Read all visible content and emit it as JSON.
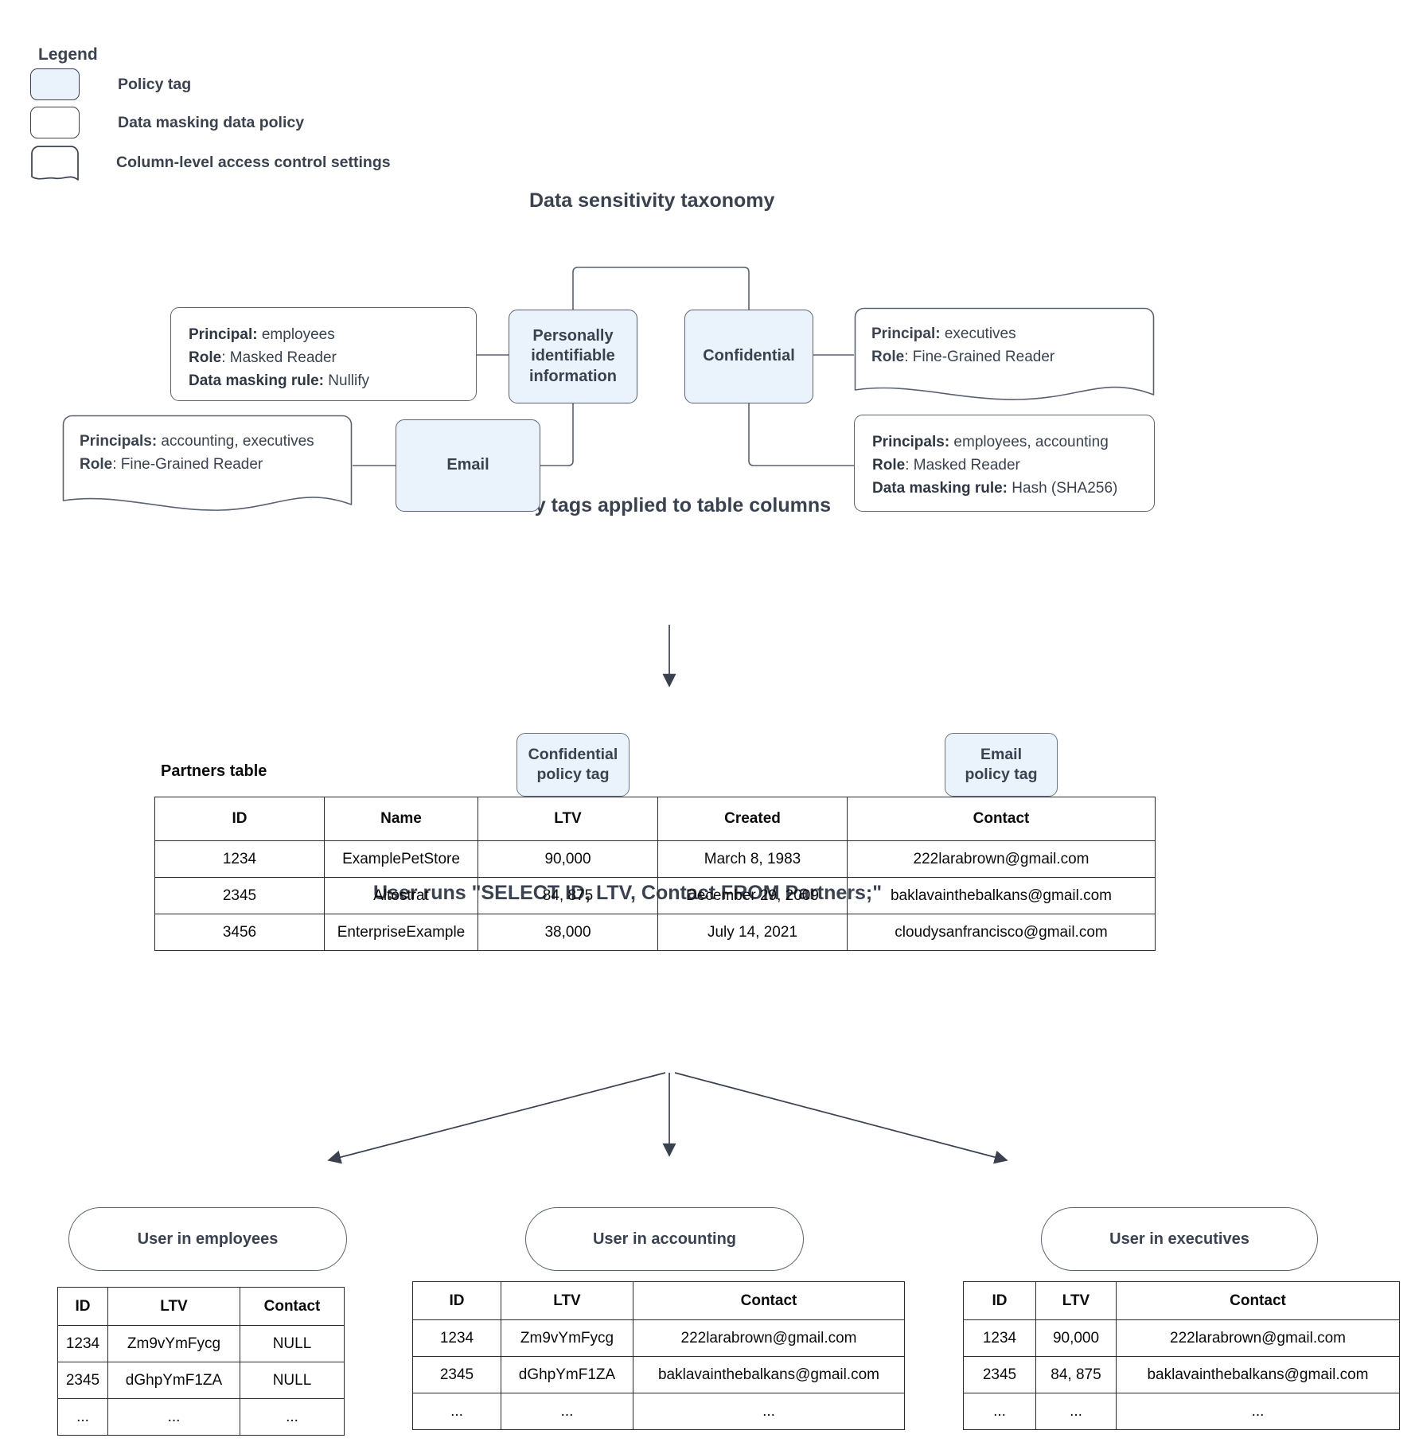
{
  "legend": {
    "title": "Legend",
    "items": [
      {
        "label": "Policy tag",
        "swatch": "policy-tag"
      },
      {
        "label": "Data masking data policy",
        "swatch": "data-masking-policy"
      },
      {
        "label": "Column-level access control settings",
        "swatch": "column-access-settings"
      }
    ]
  },
  "sections": {
    "taxonomy_title": "Data sensitivity taxonomy",
    "policy_applied_title": "Policy tags applied to table columns",
    "query_title": "User runs \"SELECT ID, LTV, Contact FROM Partners;\""
  },
  "taxonomy": {
    "nodes": {
      "pii": "Personally identifiable information",
      "confidential": "Confidential",
      "email": "Email"
    },
    "pii_masking": {
      "principal_label": "Principal:",
      "principal_value": " employees",
      "role_label": "Role",
      "role_value": ": Masked Reader",
      "rule_label": "Data masking rule:",
      "rule_value": " Nullify"
    },
    "pii_access": {
      "principals_label": "Principals:",
      "principals_value": " accounting, executives",
      "role_label": "Role",
      "role_value": ": Fine-Grained Reader"
    },
    "confidential_access": {
      "principal_label": "Principal:",
      "principal_value": " executives",
      "role_label": "Role",
      "role_value": ": Fine-Grained Reader"
    },
    "confidential_masking": {
      "principals_label": "Principals:",
      "principals_value": " employees, accounting",
      "role_label": "Role",
      "role_value": ": Masked Reader",
      "rule_label": "Data masking rule:",
      "rule_value": " Hash (SHA256)"
    }
  },
  "policy_tag_callouts": {
    "confidential": "Confidential\npolicy tag",
    "confidential_line1": "Confidential",
    "confidential_line2": "policy tag",
    "email_line1": "Email",
    "email_line2": "policy tag"
  },
  "partners_table": {
    "label": "Partners table",
    "columns": [
      "ID",
      "Name",
      "LTV",
      "Created",
      "Contact"
    ],
    "rows": [
      [
        "1234",
        "ExamplePetStore",
        "90,000",
        "March 8, 1983",
        "222larabrown@gmail.com"
      ],
      [
        "2345",
        "Altostrat",
        "84, 875",
        "December 29, 2009",
        "baklavainthebalkans@gmail.com"
      ],
      [
        "3456",
        "EnterpriseExample",
        "38,000",
        "July 14, 2021",
        "cloudysanfrancisco@gmail.com"
      ]
    ]
  },
  "results": [
    {
      "pill": "User in employees",
      "columns": [
        "ID",
        "LTV",
        "Contact"
      ],
      "rows": [
        [
          "1234",
          "Zm9vYmFycg",
          "NULL"
        ],
        [
          "2345",
          "dGhpYmF1ZA",
          "NULL"
        ],
        [
          "...",
          "...",
          "..."
        ]
      ]
    },
    {
      "pill": "User in accounting",
      "columns": [
        "ID",
        "LTV",
        "Contact"
      ],
      "rows": [
        [
          "1234",
          "Zm9vYmFycg",
          "222larabrown@gmail.com"
        ],
        [
          "2345",
          "dGhpYmF1ZA",
          "baklavainthebalkans@gmail.com"
        ],
        [
          "...",
          "...",
          "..."
        ]
      ]
    },
    {
      "pill": "User in executives",
      "columns": [
        "ID",
        "LTV",
        "Contact"
      ],
      "rows": [
        [
          "1234",
          "90,000",
          "222larabrown@gmail.com"
        ],
        [
          "2345",
          "84, 875",
          "baklavainthebalkans@gmail.com"
        ],
        [
          "...",
          "...",
          "..."
        ]
      ]
    }
  ],
  "colors": {
    "policy_tag_fill": "#eaf2fb",
    "outline": "#5a6271",
    "text": "#3a4250",
    "table_border": "#2c2c2c"
  }
}
